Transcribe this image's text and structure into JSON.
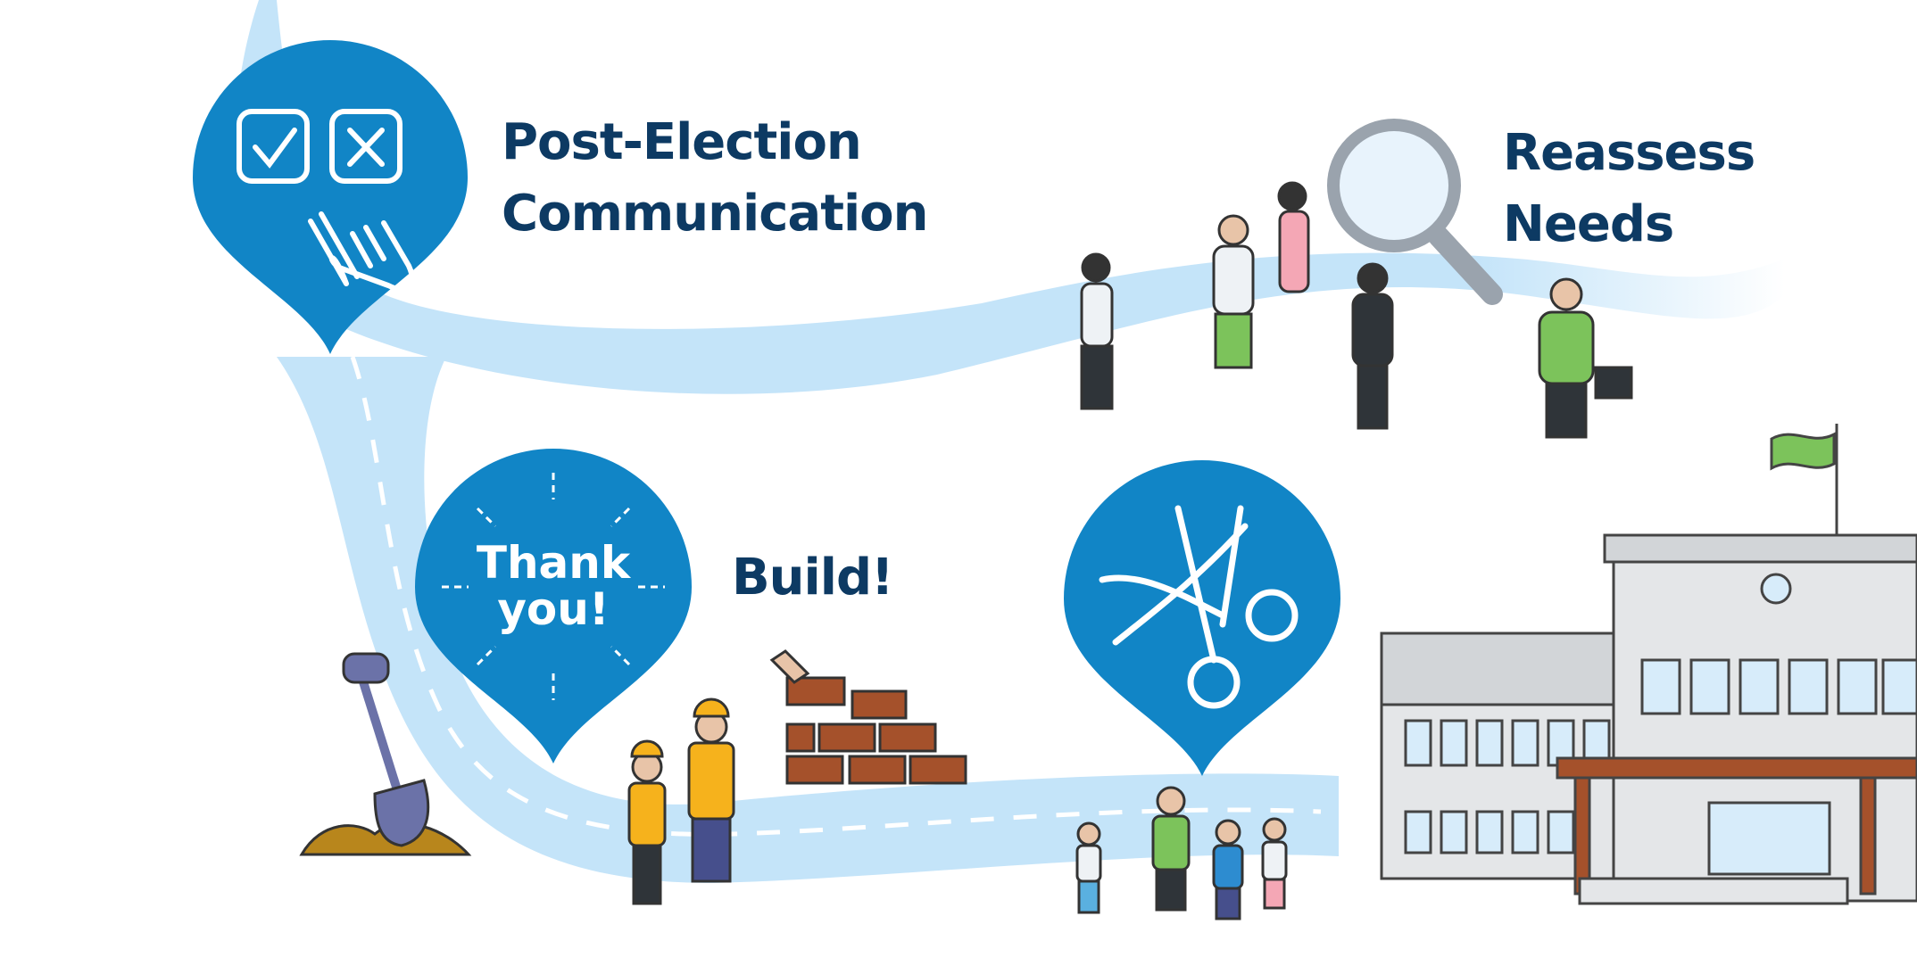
{
  "steps": [
    {
      "title_line1": "Post-Election",
      "title_line2": "Communication",
      "icon": "ballot-checkbox-hand-icon"
    },
    {
      "title_line1": "Reassess",
      "title_line2": "Needs",
      "icon": "magnifying-glass-icon"
    },
    {
      "title_line1": "Build!",
      "icon": "bricks-icon"
    },
    {
      "icon": "ribbon-cutting-scissors-icon"
    }
  ],
  "thank_you": {
    "line1": "Thank",
    "line2": "you!"
  },
  "colors": {
    "pin": "#1185c6",
    "road": "#c4e4f9",
    "title": "#0d3a63",
    "flag": "#7cc35b",
    "building": "#e4e6e8"
  }
}
